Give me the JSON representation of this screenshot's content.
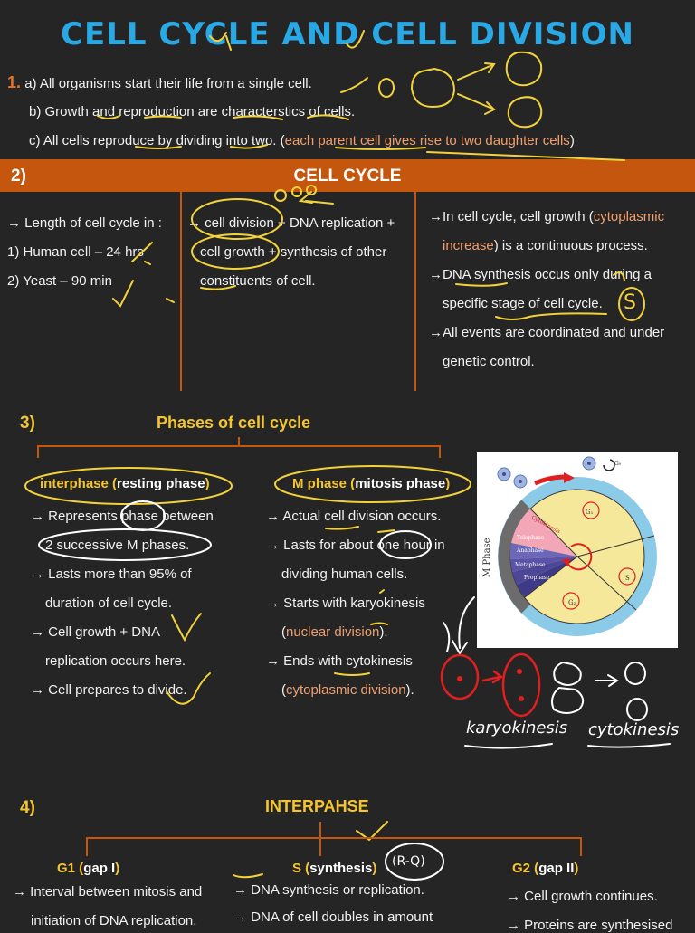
{
  "title": "CELL CYCLE AND CELL DIVISION",
  "intro": {
    "number": "1.",
    "a": "a)  All organisms start their life from a single cell.",
    "b": "b)  Growth and reproduction are characterstics of cells.",
    "c_main": "c)  All cells reproduce by dividing into two. (",
    "c_orange": "each parent cell gives rise to two daughter cells",
    "c_end": ")"
  },
  "cell_cycle": {
    "number": "2)",
    "title": "CELL CYCLE",
    "col1": [
      "→ Length of cell cycle in :",
      "1)  Human cell – 24 hrs",
      "2)  Yeast – 90 min"
    ],
    "col2": [
      "→ cell division + DNA replication +",
      "cell growth + synthesis of other",
      "constituents of cell."
    ],
    "col3_l1_a": "→In cell cycle, cell growth (",
    "col3_l1_b": "cytoplasmic",
    "col3_l2_a": "increase",
    "col3_l2_b": ") is a continuous process.",
    "col3_l3": "→DNA  synthesis occus only during a",
    "col3_l4": "specific stage of cell cycle.",
    "col3_l5": "→All events are coordinated and under",
    "col3_l6": "genetic control.",
    "annot_s": "S"
  },
  "phases": {
    "number": "3)",
    "title": "Phases of cell cycle",
    "interphase_label": "interphase (",
    "interphase_sub": "resting phase",
    "interphase_end": ")",
    "interphase_points": [
      "→ Represents phase between",
      "2 successive M phases.",
      "→ Lasts more than 95% of",
      "duration of cell cycle.",
      "→ Cell growth + DNA",
      "replication occurs here.",
      "→ Cell prepares to divide."
    ],
    "mphase_label": "M phase (",
    "mphase_sub": "mitosis phase",
    "mphase_end": ")",
    "mphase_points": [
      "→ Actual cell division occurs.",
      "→ Lasts for about one hour in",
      "dividing human cells.",
      "→ Starts with karyokinesis",
      "→ Ends with cytokinesis"
    ],
    "m_open": "(",
    "m_nuclear": "nuclear division",
    "m_close1": ").",
    "m_cyto": "cytoplasmic division",
    "m_close2": ").",
    "diagram": {
      "side_label": "M Phase",
      "phase_labels": [
        "Cytokinesis",
        "Telophase",
        "Anaphase",
        "Metaphase",
        "Prophase"
      ],
      "g1": "G₁",
      "g2": "G₂",
      "s": "S",
      "g0": "G₀"
    },
    "handwritten": [
      "karyokinesis",
      "cytokinesis"
    ]
  },
  "interphase": {
    "number": "4)",
    "title": "INTERPAHSE",
    "g1_label": "G1 (",
    "g1_sub": "gap I",
    "g1_end": ")",
    "s_label": "S (",
    "s_sub": "synthesis",
    "s_end": ")",
    "s_annot": "(R-Q)",
    "g2_label": "G2 (",
    "g2_sub": "gap II",
    "g2_end": ")",
    "g1_points": [
      "→ Interval between mitosis and",
      "initiation of DNA replication."
    ],
    "s_points": [
      "→ DNA synthesis or replication.",
      "→ DNA of cell doubles in amount"
    ],
    "g2_points": [
      "→ Cell growth continues.",
      "→ Proteins are synthesised"
    ]
  },
  "colors": {
    "title": "#29a8e6",
    "banner": "#c4560d",
    "heading_yellow": "#f4c531",
    "accent_orange": "#f0a070",
    "ink_yellow": "#f2d23a",
    "ink_red": "#e02020",
    "ink_white": "#ffffff"
  }
}
